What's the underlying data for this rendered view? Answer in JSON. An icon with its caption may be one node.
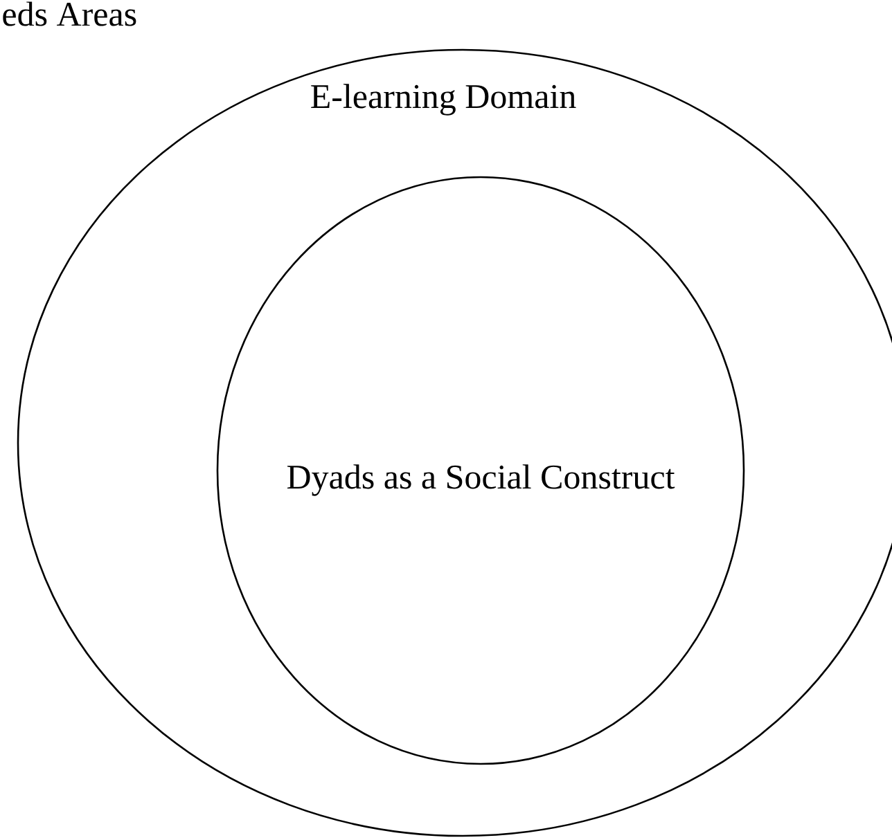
{
  "diagram": {
    "nodes": [
      {
        "text": [
          "E-learning Domain"
        ]
      },
      {
        "text": [
          "Dyads as a Social Construct"
        ],
        "in": 0
      }
    ],
    "labels": [
      "eds Areas"
    ]
  }
}
